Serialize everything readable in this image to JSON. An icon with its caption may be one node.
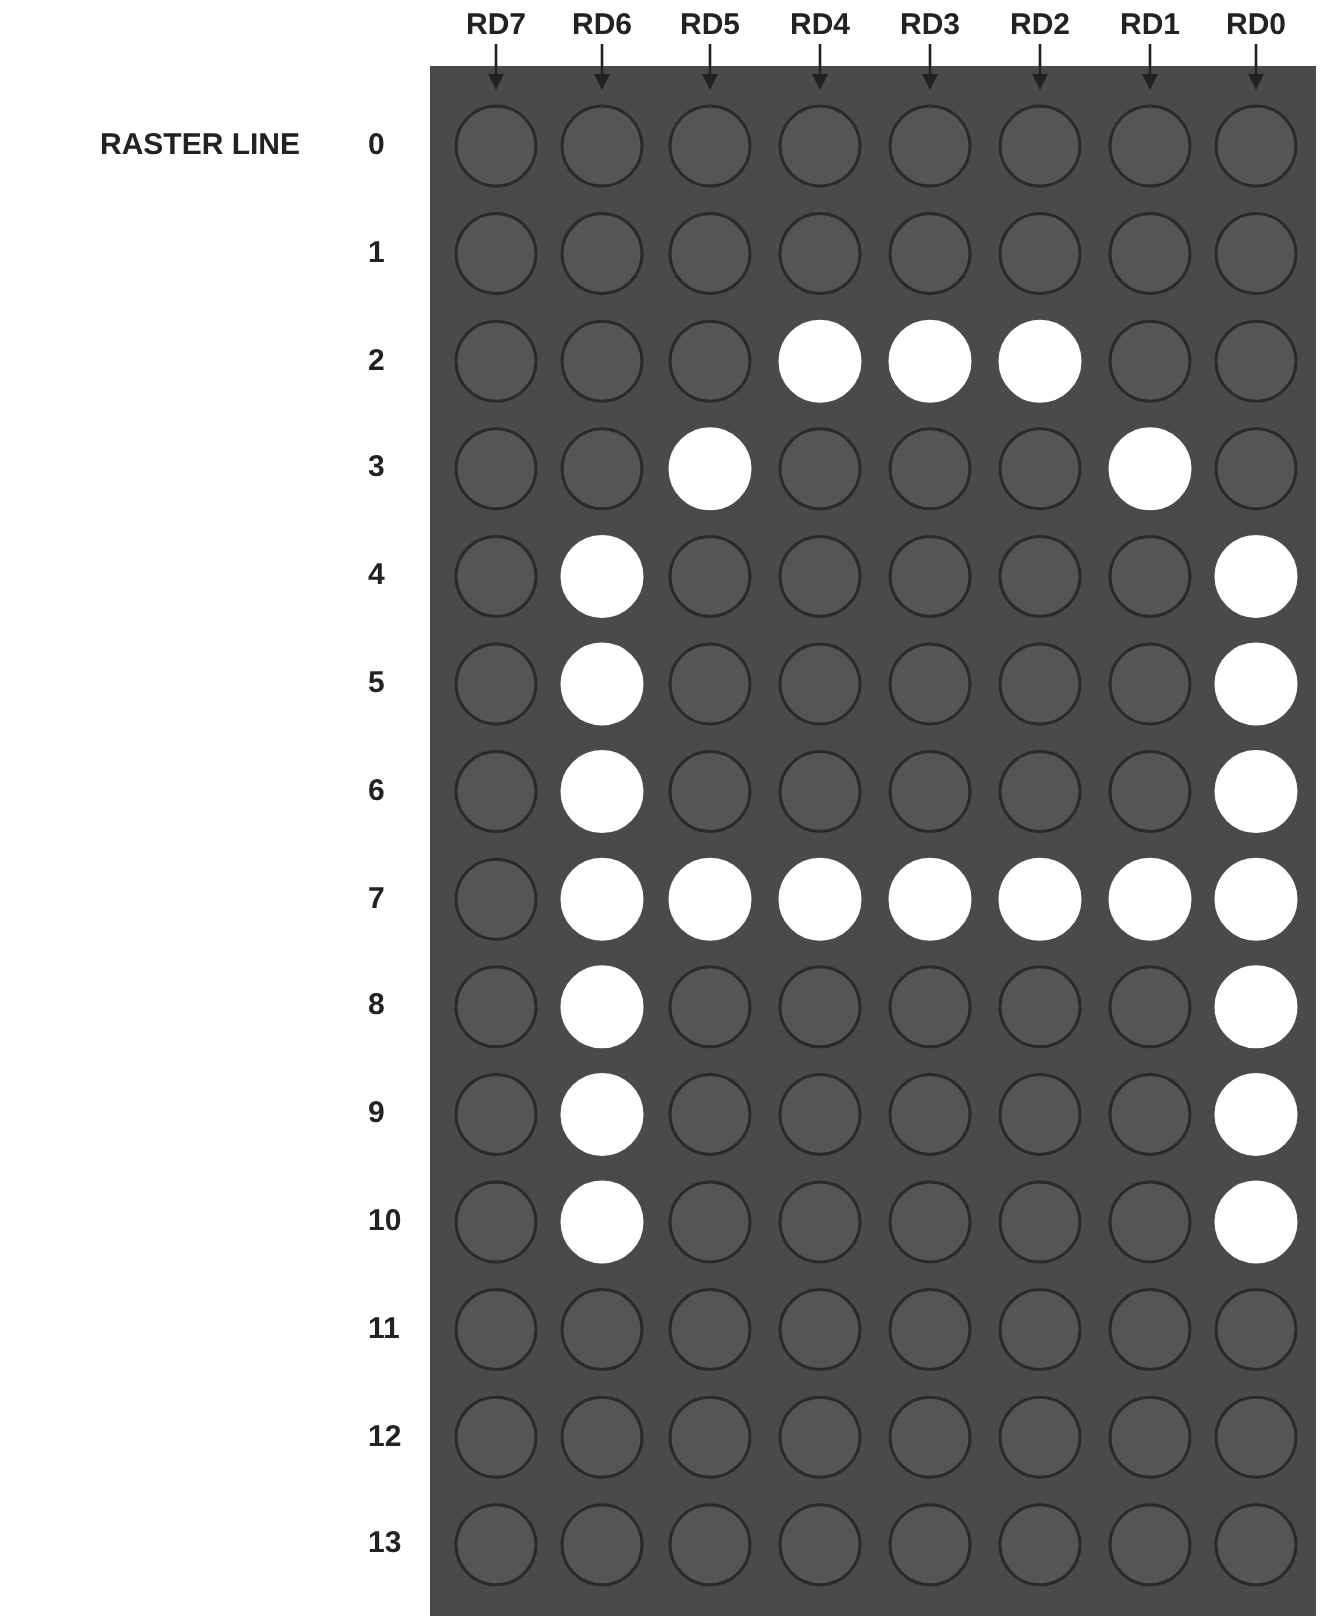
{
  "diagram": {
    "nodes": [
      {
        "text": [
          "RD7"
        ]
      },
      {
        "text": [
          "RD6"
        ]
      },
      {
        "text": [
          "RD5"
        ]
      },
      {
        "text": [
          "RD4"
        ]
      },
      {
        "text": [
          "RD3"
        ]
      },
      {
        "text": [
          "RD2"
        ]
      },
      {
        "text": [
          "RD1"
        ]
      },
      {
        "text": [
          "RD0"
        ]
      }
    ],
    "edges": [
      {
        "from": 0,
        "to": null,
        "arrow": "to"
      },
      {
        "from": 1,
        "to": null,
        "arrow": "to"
      },
      {
        "from": 2,
        "to": null,
        "arrow": "to"
      },
      {
        "from": 3,
        "to": null,
        "arrow": "to"
      },
      {
        "from": 4,
        "to": null,
        "arrow": "to"
      },
      {
        "from": 5,
        "to": null,
        "arrow": "to"
      },
      {
        "from": 6,
        "to": null,
        "arrow": "to"
      },
      {
        "from": 7,
        "to": null,
        "arrow": "to"
      }
    ],
    "labels": [
      "RASTER LINE",
      "0",
      "1",
      "2",
      "3",
      "4",
      "5",
      "6",
      "7",
      "8",
      "9",
      "10",
      "11",
      "12",
      "13"
    ]
  }
}
